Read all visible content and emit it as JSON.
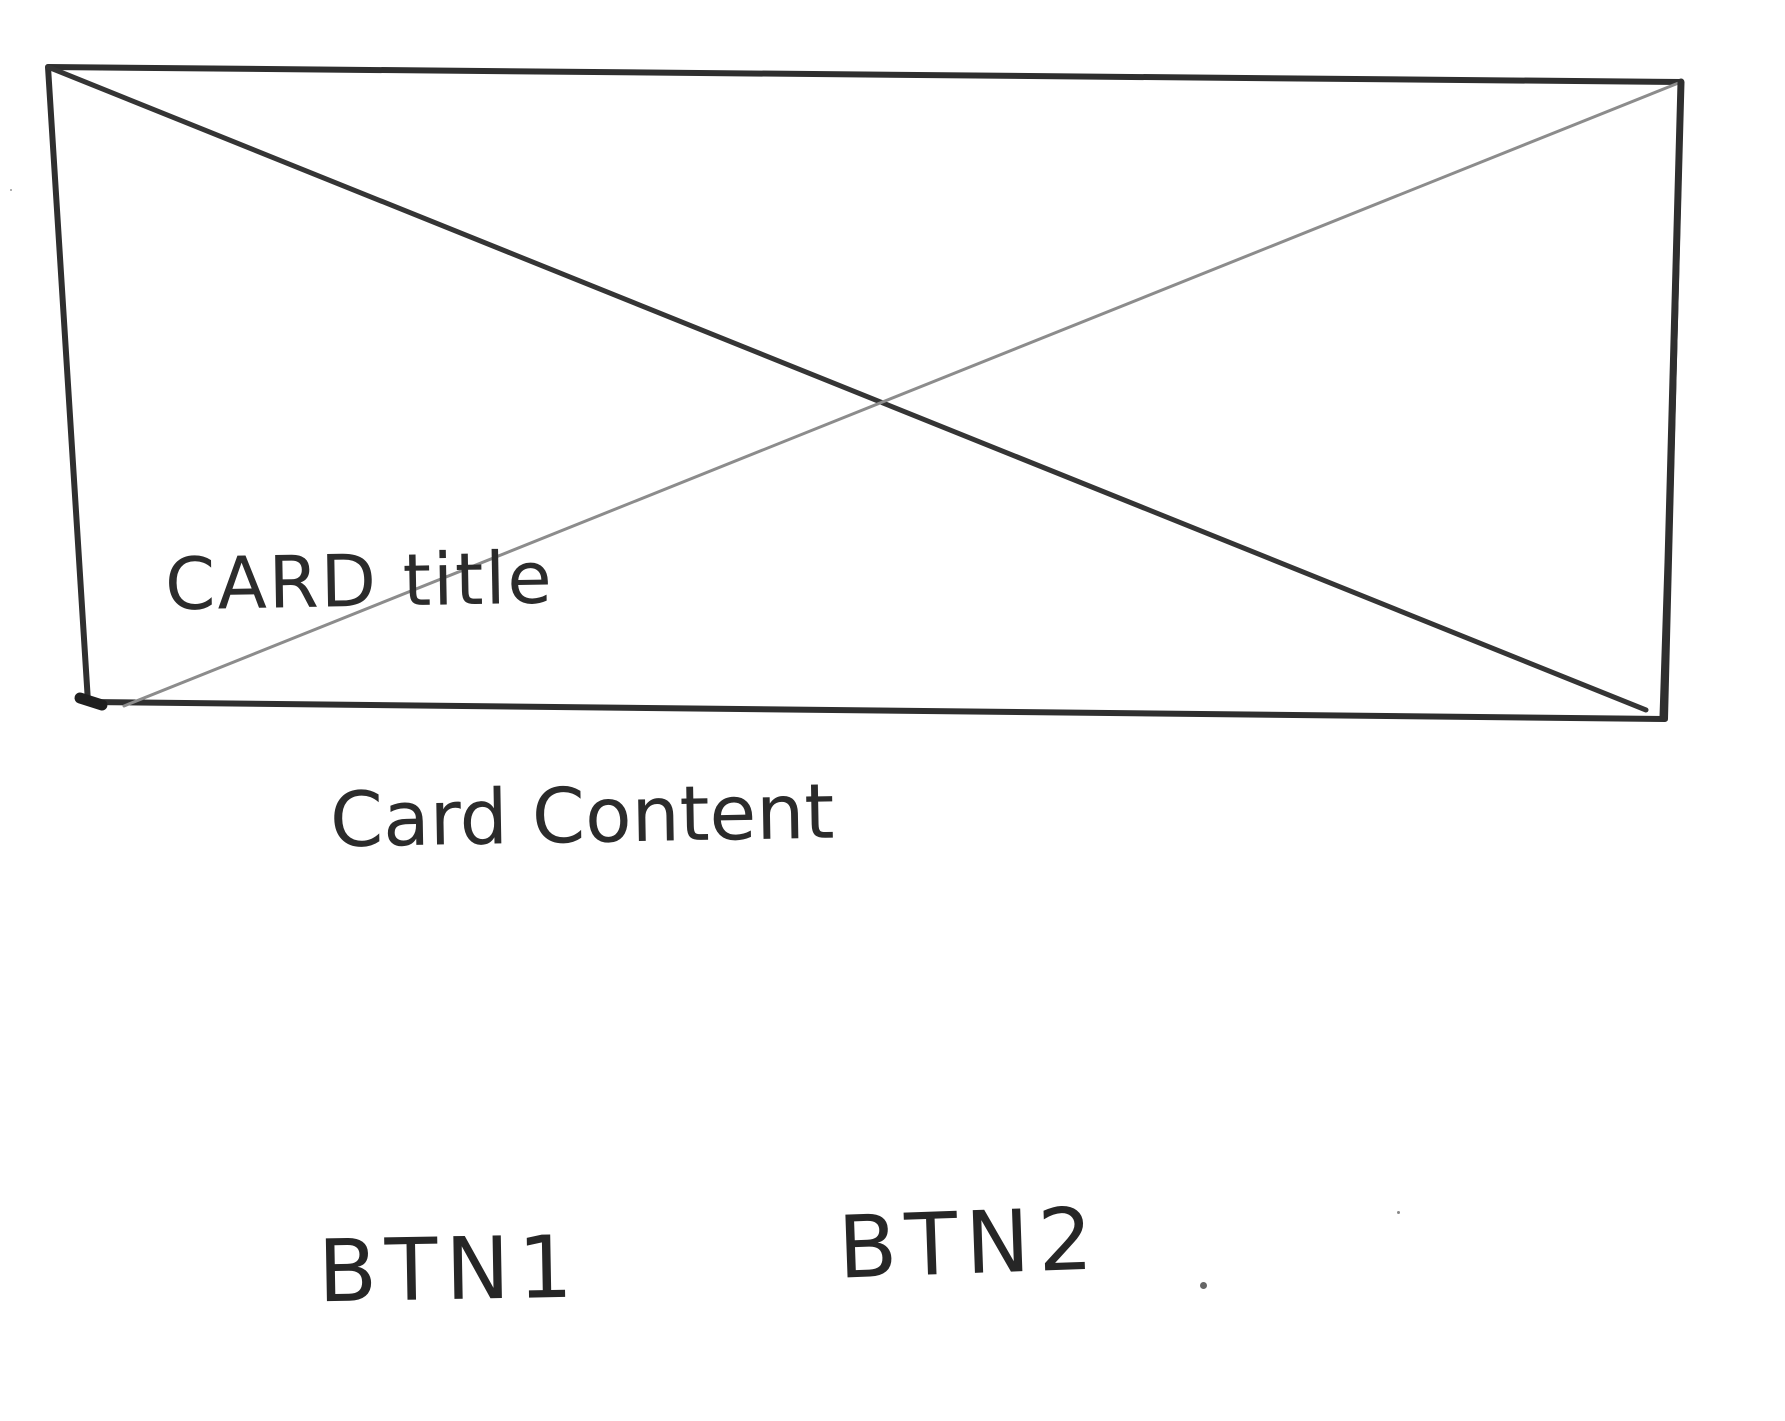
{
  "card": {
    "title": "CARD title",
    "content": "Card Content"
  },
  "buttons": {
    "btn1_label": "BTN1",
    "btn2_label": "BTN2"
  },
  "colors": {
    "ink": "#2b2b2b",
    "background": "#ffffff"
  },
  "icons": {
    "image_placeholder": "image-placeholder-icon"
  }
}
